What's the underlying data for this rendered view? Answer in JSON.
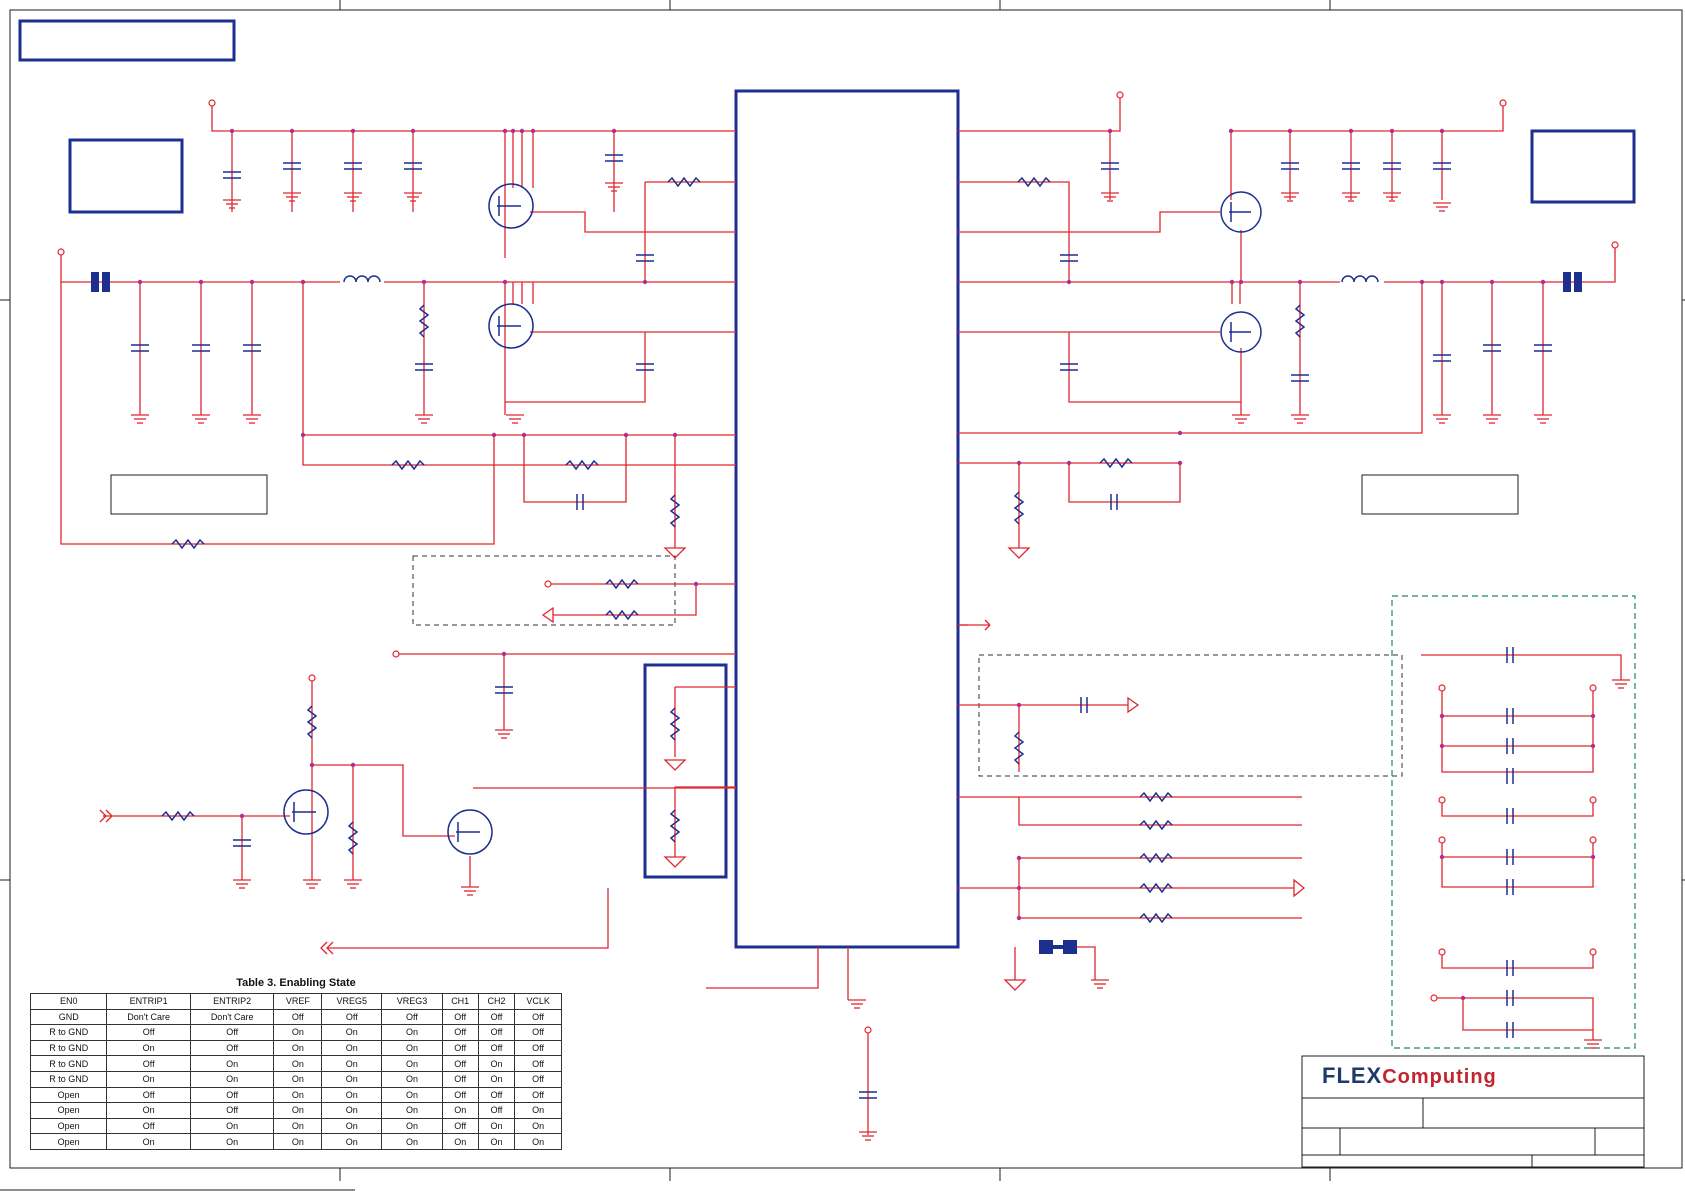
{
  "table": {
    "title": "Table 3. Enabling State",
    "headers": [
      "EN0",
      "ENTRIP1",
      "ENTRIP2",
      "VREF",
      "VREG5",
      "VREG3",
      "CH1",
      "CH2",
      "VCLK"
    ],
    "rows": [
      [
        "GND",
        "Don't Care",
        "Don't Care",
        "Off",
        "Off",
        "Off",
        "Off",
        "Off",
        "Off"
      ],
      [
        "R to GND",
        "Off",
        "Off",
        "On",
        "On",
        "On",
        "Off",
        "Off",
        "Off"
      ],
      [
        "R to GND",
        "On",
        "Off",
        "On",
        "On",
        "On",
        "Off",
        "Off",
        "Off"
      ],
      [
        "R to GND",
        "Off",
        "On",
        "On",
        "On",
        "On",
        "Off",
        "On",
        "Off"
      ],
      [
        "R to GND",
        "On",
        "On",
        "On",
        "On",
        "On",
        "Off",
        "On",
        "Off"
      ],
      [
        "Open",
        "Off",
        "Off",
        "On",
        "On",
        "On",
        "Off",
        "Off",
        "Off"
      ],
      [
        "Open",
        "On",
        "Off",
        "On",
        "On",
        "On",
        "On",
        "Off",
        "On"
      ],
      [
        "Open",
        "Off",
        "On",
        "On",
        "On",
        "On",
        "Off",
        "On",
        "On"
      ],
      [
        "Open",
        "On",
        "On",
        "On",
        "On",
        "On",
        "On",
        "On",
        "On"
      ]
    ]
  },
  "logo": {
    "part1": "FLEX",
    "part2": "Computing"
  },
  "colors": {
    "wire": "#e0262f",
    "block": "#1d2f8f",
    "junction": "#b0308f",
    "optional_group": "#1e8a5a"
  }
}
